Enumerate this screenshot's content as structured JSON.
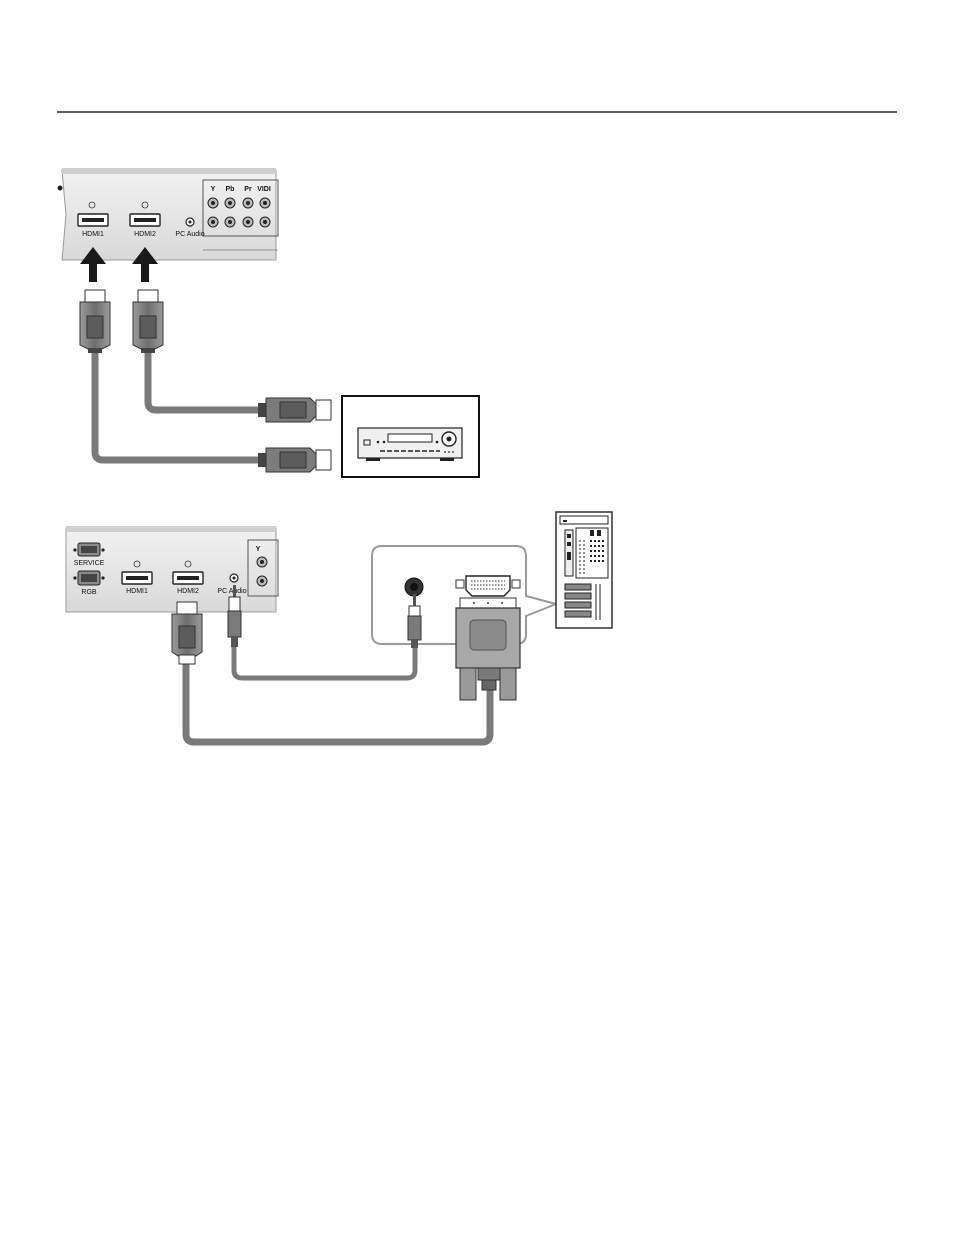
{
  "diagram1": {
    "panel_labels": {
      "hdmi1": "HDMI1",
      "hdmi2": "HDMI2",
      "pc_audio": "PC Audio",
      "y": "Y",
      "pb": "Pb",
      "pr": "Pr",
      "video": "VIDI"
    }
  },
  "diagram2": {
    "panel_labels": {
      "service": "SERVICE",
      "rgb": "RGB",
      "hdmi1": "HDMI1",
      "hdmi2": "HDMI2",
      "pc_audio": "PC Audio",
      "y": "Y"
    }
  },
  "colors": {
    "panel": "#e6e6e6",
    "panel_edge": "#9a9a9a",
    "cable": "#7a7a7a",
    "cable_dark": "#4a4a4a",
    "connector": "#8c8c8c",
    "arrow": "#1a1a1a",
    "rule": "#000000"
  },
  "icons": [
    "hdmi-port-icon",
    "audio-jack-icon",
    "vga-port-icon",
    "dvi-port-icon",
    "av-receiver-icon",
    "pc-tower-icon",
    "arrow-up-icon"
  ]
}
